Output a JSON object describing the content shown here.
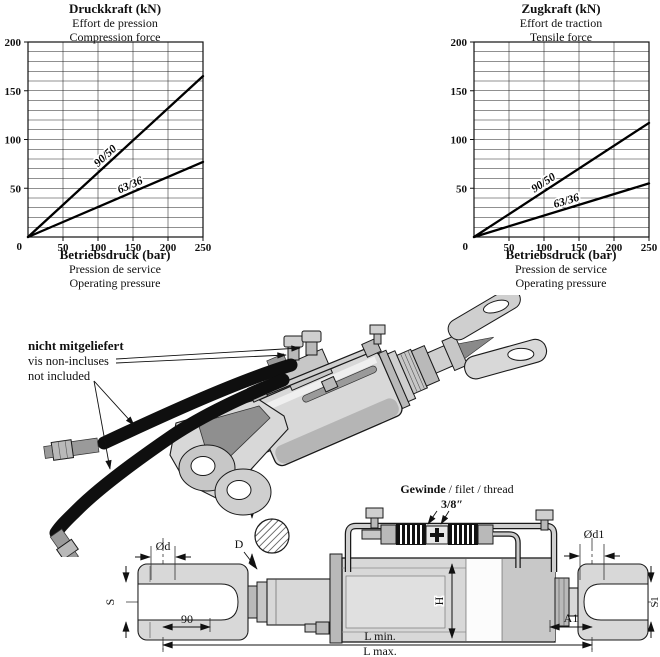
{
  "charts": [
    {
      "title": "Druckkraft (kN)",
      "subtitle_fr": "Effort de pression",
      "subtitle_en": "Compression force",
      "xlabel_de": "Betriebsdruck (bar)",
      "xlabel_fr": "Pression de service",
      "xlabel_en": "Operating pressure"
    },
    {
      "title": "Zugkraft (kN)",
      "subtitle_fr": "Effort de traction",
      "subtitle_en": "Tensile force",
      "xlabel_de": "Betriebsdruck (bar)",
      "xlabel_fr": "Pression de service",
      "xlabel_en": "Operating pressure"
    }
  ],
  "chart_data": [
    {
      "type": "line",
      "xlim": [
        0,
        250
      ],
      "ylim": [
        0,
        200
      ],
      "x_major": 50,
      "y_major": 50,
      "y_minor": 10,
      "grid": true,
      "series": [
        {
          "name": "90/50",
          "x": [
            0,
            250
          ],
          "y": [
            0,
            165
          ],
          "label_f": 0.47
        },
        {
          "name": "63/36",
          "x": [
            0,
            250
          ],
          "y": [
            0,
            77
          ],
          "label_f": 0.6
        }
      ]
    },
    {
      "type": "line",
      "xlim": [
        0,
        250
      ],
      "ylim": [
        0,
        200
      ],
      "x_major": 50,
      "y_major": 50,
      "y_minor": 10,
      "grid": true,
      "series": [
        {
          "name": "90/50",
          "x": [
            0,
            250
          ],
          "y": [
            0,
            117
          ],
          "label_f": 0.42
        },
        {
          "name": "63/36",
          "x": [
            0,
            250
          ],
          "y": [
            0,
            55
          ],
          "label_f": 0.54
        }
      ]
    }
  ],
  "note": [
    "nicht mitgeliefert",
    "vis non-incluses",
    "not included"
  ],
  "thread": {
    "b": "Gewinde",
    "rest": " / filet / thread",
    "size": "3/8″"
  },
  "dims": {
    "od": "Ød",
    "od1": "Ød1",
    "d": "D",
    "s": "S",
    "s1": "S1",
    "n90": "90",
    "a1": "A1",
    "h": "H",
    "lmin": "L min.",
    "lmax": "L max."
  }
}
